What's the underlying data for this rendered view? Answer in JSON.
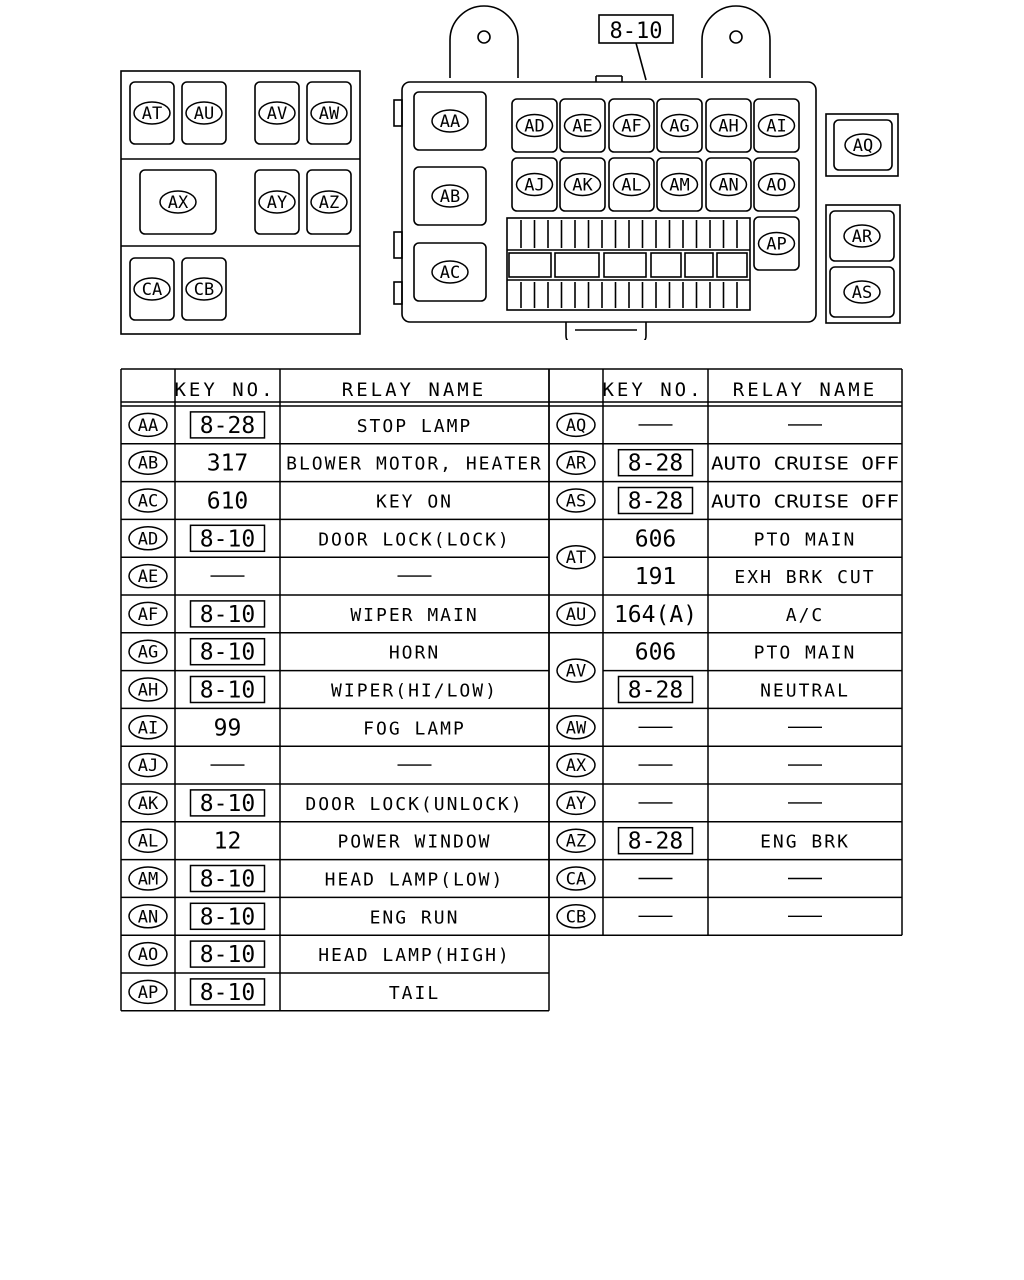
{
  "diagram": {
    "callout_key": "8-10",
    "left_box_relays": [
      "AT",
      "AU",
      "AV",
      "AW",
      "AX",
      "AY",
      "AZ",
      "CA",
      "CB"
    ],
    "main_box_large_relays": [
      "AA",
      "AB",
      "AC"
    ],
    "main_box_small_relays": [
      "AD",
      "AE",
      "AF",
      "AG",
      "AH",
      "AI",
      "AJ",
      "AK",
      "AL",
      "AM",
      "AN",
      "AO",
      "AP"
    ],
    "side_relays": [
      "AQ",
      "AR",
      "AS"
    ]
  },
  "table": {
    "headers": {
      "key_no": "KEY NO.",
      "relay_name": "RELAY NAME"
    },
    "left": [
      {
        "code": "AA",
        "entries": [
          {
            "key": "8-28",
            "boxed": true,
            "name": "STOP LAMP"
          }
        ]
      },
      {
        "code": "AB",
        "entries": [
          {
            "key": "317",
            "boxed": false,
            "name": "BLOWER MOTOR, HEATER"
          }
        ]
      },
      {
        "code": "AC",
        "entries": [
          {
            "key": "610",
            "boxed": false,
            "name": "KEY ON"
          }
        ]
      },
      {
        "code": "AD",
        "entries": [
          {
            "key": "8-10",
            "boxed": true,
            "name": "DOOR LOCK(LOCK)"
          }
        ]
      },
      {
        "code": "AE",
        "entries": [
          {
            "key": "—",
            "boxed": false,
            "name": "—"
          }
        ]
      },
      {
        "code": "AF",
        "entries": [
          {
            "key": "8-10",
            "boxed": true,
            "name": "WIPER MAIN"
          }
        ]
      },
      {
        "code": "AG",
        "entries": [
          {
            "key": "8-10",
            "boxed": true,
            "name": "HORN"
          }
        ]
      },
      {
        "code": "AH",
        "entries": [
          {
            "key": "8-10",
            "boxed": true,
            "name": "WIPER(HI/LOW)"
          }
        ]
      },
      {
        "code": "AI",
        "entries": [
          {
            "key": "99",
            "boxed": false,
            "name": "FOG LAMP"
          }
        ]
      },
      {
        "code": "AJ",
        "entries": [
          {
            "key": "—",
            "boxed": false,
            "name": "—"
          }
        ]
      },
      {
        "code": "AK",
        "entries": [
          {
            "key": "8-10",
            "boxed": true,
            "name": "DOOR LOCK(UNLOCK)"
          }
        ]
      },
      {
        "code": "AL",
        "entries": [
          {
            "key": "12",
            "boxed": false,
            "name": "POWER WINDOW"
          }
        ]
      },
      {
        "code": "AM",
        "entries": [
          {
            "key": "8-10",
            "boxed": true,
            "name": "HEAD LAMP(LOW)"
          }
        ]
      },
      {
        "code": "AN",
        "entries": [
          {
            "key": "8-10",
            "boxed": true,
            "name": "ENG RUN"
          }
        ]
      },
      {
        "code": "AO",
        "entries": [
          {
            "key": "8-10",
            "boxed": true,
            "name": "HEAD LAMP(HIGH)"
          }
        ]
      },
      {
        "code": "AP",
        "entries": [
          {
            "key": "8-10",
            "boxed": true,
            "name": "TAIL"
          }
        ]
      }
    ],
    "right": [
      {
        "code": "AQ",
        "entries": [
          {
            "key": "—",
            "boxed": false,
            "name": "—"
          }
        ]
      },
      {
        "code": "AR",
        "entries": [
          {
            "key": "8-28",
            "boxed": true,
            "name": "AUTO CRUISE OFF"
          }
        ]
      },
      {
        "code": "AS",
        "entries": [
          {
            "key": "8-28",
            "boxed": true,
            "name": "AUTO CRUISE OFF"
          }
        ]
      },
      {
        "code": "AT",
        "entries": [
          {
            "key": "606",
            "boxed": false,
            "name": "PTO MAIN"
          },
          {
            "key": "191",
            "boxed": false,
            "name": "EXH BRK CUT"
          }
        ]
      },
      {
        "code": "AU",
        "entries": [
          {
            "key": "164(A)",
            "boxed": false,
            "name": "A/C"
          }
        ]
      },
      {
        "code": "AV",
        "entries": [
          {
            "key": "606",
            "boxed": false,
            "name": "PTO MAIN"
          },
          {
            "key": "8-28",
            "boxed": true,
            "name": "NEUTRAL"
          }
        ]
      },
      {
        "code": "AW",
        "entries": [
          {
            "key": "—",
            "boxed": false,
            "name": "—"
          }
        ]
      },
      {
        "code": "AX",
        "entries": [
          {
            "key": "—",
            "boxed": false,
            "name": "—"
          }
        ]
      },
      {
        "code": "AY",
        "entries": [
          {
            "key": "—",
            "boxed": false,
            "name": "—"
          }
        ]
      },
      {
        "code": "AZ",
        "entries": [
          {
            "key": "8-28",
            "boxed": true,
            "name": "ENG BRK"
          }
        ]
      },
      {
        "code": "CA",
        "entries": [
          {
            "key": "—",
            "boxed": false,
            "name": "—"
          }
        ]
      },
      {
        "code": "CB",
        "entries": [
          {
            "key": "—",
            "boxed": false,
            "name": "—"
          }
        ]
      }
    ]
  }
}
